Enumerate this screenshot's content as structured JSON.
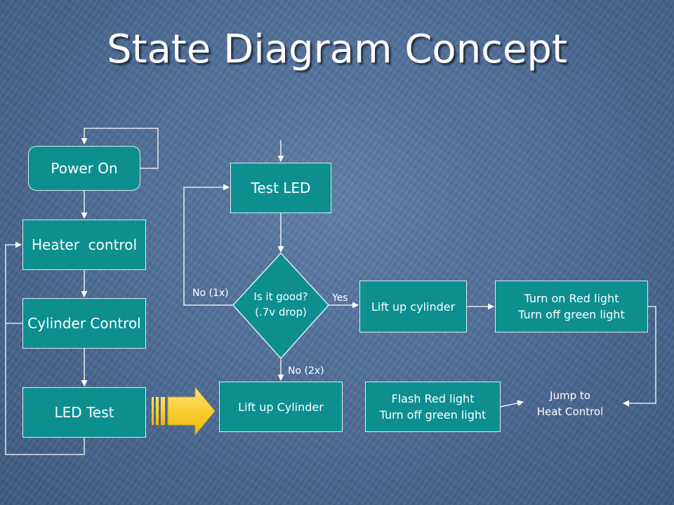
{
  "title": "State Diagram Concept",
  "colors": {
    "box_fill": "#0d8f8f",
    "line": "#ffffff",
    "arrow_fill": "#ffcc00",
    "background": "#4c6a94"
  },
  "states": {
    "power_on": "Power On",
    "heater_control": "Heater  control",
    "cylinder_control": "Cylinder Control",
    "led_test": "LED Test",
    "test_led": "Test LED",
    "is_it_good": "Is it good?\n(.7v drop)",
    "lift_up_cylinder_yes": "Lift up cylinder",
    "turn_on_red": "Turn on Red light\nTurn off green light",
    "lift_up_cylinder_no": "Lift up Cylinder",
    "flash_red": "Flash Red light\nTurn off green light",
    "jump_to": "Jump to\nHeat Control"
  },
  "edge_labels": {
    "no_1x": "No (1x)",
    "yes": "Yes",
    "no_2x": "No (2x)"
  },
  "icons": {
    "transition_arrow": "block-arrow-icon"
  }
}
